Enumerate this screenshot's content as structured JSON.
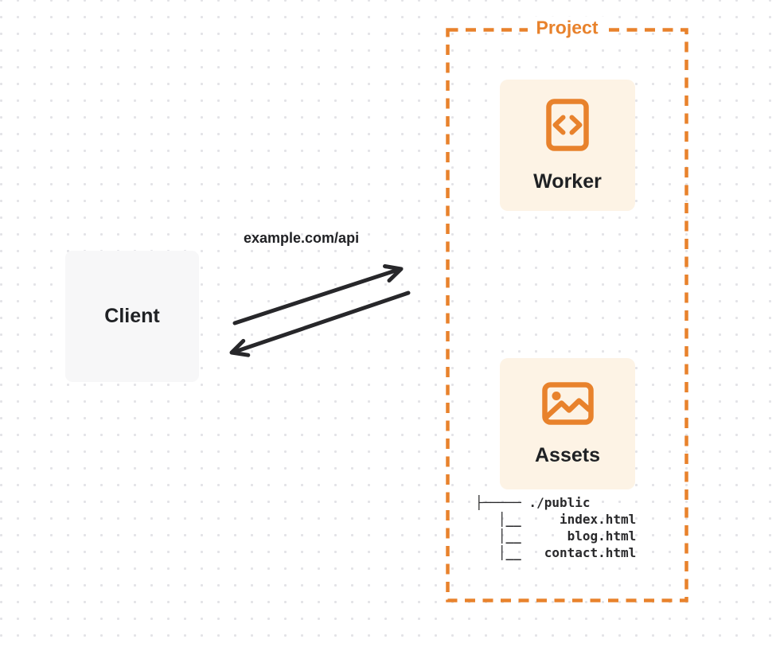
{
  "colors": {
    "accent_orange": "#e8822c",
    "card_background": "#fdf3e5",
    "client_background": "#f7f7f8",
    "arrow_color": "#27272a",
    "text_dark": "#1f2124",
    "dot_grid": "#e3e3e7"
  },
  "client": {
    "label": "Client"
  },
  "request": {
    "url_label": "example.com/api"
  },
  "project": {
    "label": "Project",
    "worker": {
      "label": "Worker",
      "icon": "code-file-icon"
    },
    "assets": {
      "label": "Assets",
      "icon": "image-icon"
    },
    "file_tree": {
      "lines": [
        "├───── ./public",
        "   │__     index.html",
        "   │__      blog.html",
        "   │__   contact.html"
      ]
    }
  }
}
